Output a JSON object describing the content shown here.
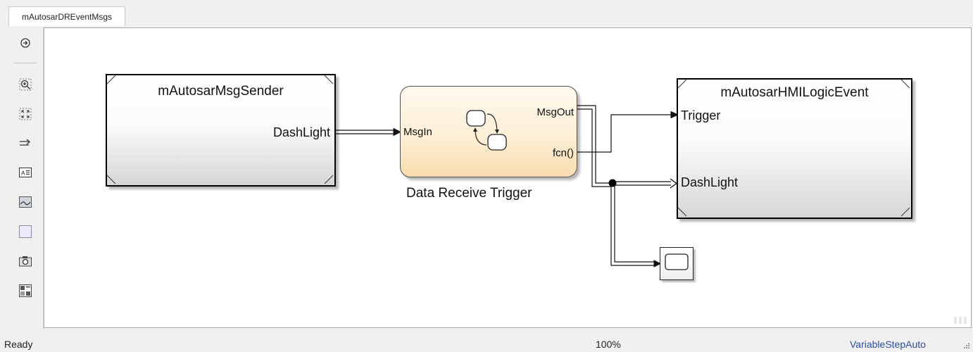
{
  "tab": {
    "label": "mAutosarDREventMsgs"
  },
  "toolbar": {
    "items": [
      {
        "name": "navigate-icon"
      },
      {
        "name": "zoom-in-icon"
      },
      {
        "name": "fit-to-view-icon"
      },
      {
        "name": "signal-arrows-icon"
      },
      {
        "name": "annotation-icon"
      },
      {
        "name": "image-icon"
      },
      {
        "name": "area-icon"
      },
      {
        "name": "camera-icon"
      },
      {
        "name": "model-browser-icon"
      }
    ]
  },
  "blocks": {
    "sender": {
      "title": "mAutosarMsgSender",
      "port_out": "DashLight"
    },
    "chart": {
      "input_port": "MsgIn",
      "output_port_1": "MsgOut",
      "output_port_2": "fcn()",
      "caption": "Data Receive Trigger",
      "icon": "stateflow-chart-icon"
    },
    "hmi": {
      "title": "mAutosarHMILogicEvent",
      "port_in_1": "Trigger",
      "port_in_2": "DashLight"
    },
    "scope": {
      "icon": "scope-icon"
    }
  },
  "status": {
    "left": "Ready",
    "zoom": "100%",
    "solver": "VariableStepAuto"
  },
  "colors": {
    "chart_fill": "#fdefd6",
    "status_link": "#2d4e9c",
    "canvas_border": "#a9a9a9"
  }
}
